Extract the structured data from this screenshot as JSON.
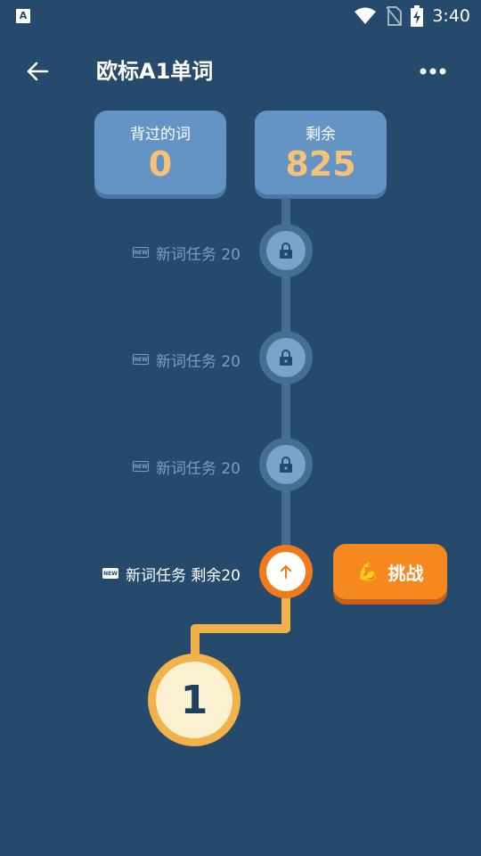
{
  "status_bar": {
    "app_icon_letter": "A",
    "time": "3:40"
  },
  "header": {
    "title": "欧标A1单词"
  },
  "stats": {
    "learned_label": "背过的词",
    "learned_value": "0",
    "remaining_label": "剩余",
    "remaining_value": "825"
  },
  "tasks": [
    {
      "label": "新词任务 20",
      "locked": true
    },
    {
      "label": "新词任务 20",
      "locked": true
    },
    {
      "label": "新词任务 20",
      "locked": true
    },
    {
      "label": "新词任务 剩余20",
      "locked": false
    }
  ],
  "badge_text": "NEW",
  "challenge_button": {
    "icon": "💪",
    "label": "挑战"
  },
  "level": {
    "number": "1"
  },
  "colors": {
    "background": "#264a6b",
    "card": "#6394c3",
    "accent_orange": "#f5891f",
    "path_yellow": "#f2b24a",
    "value_text": "#f6c27a"
  }
}
